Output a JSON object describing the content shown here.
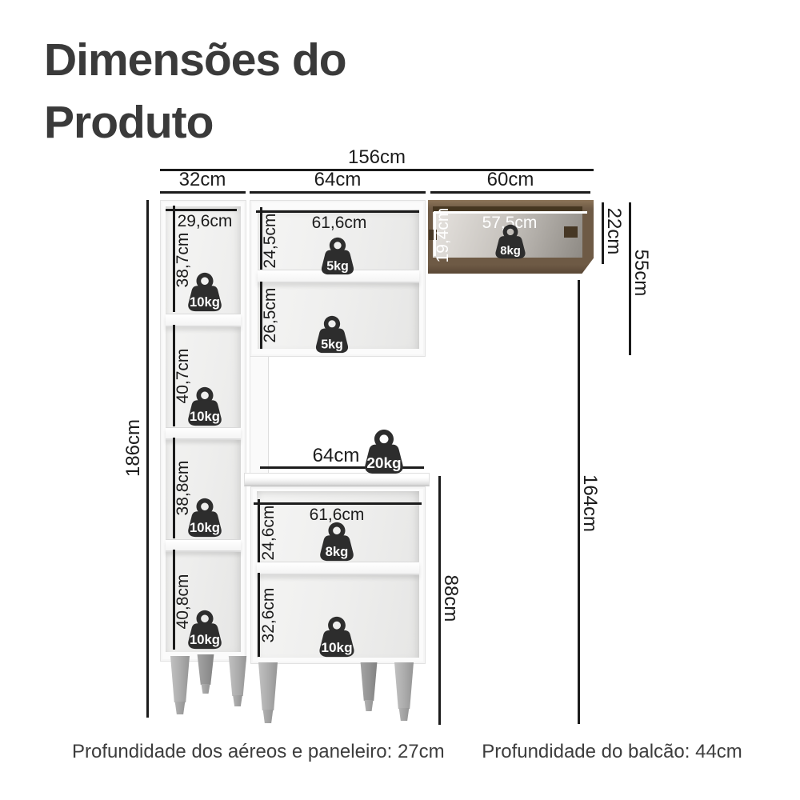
{
  "title": {
    "line1": "Dimensões do",
    "line2": "Produto"
  },
  "top_dims": {
    "total": "156cm",
    "left": "32cm",
    "middle": "64cm",
    "right": "60cm"
  },
  "side_dims": {
    "left_height": "186cm",
    "right_height": "164cm",
    "wood_cabinet_height": "22cm",
    "upper_stack_height": "55cm",
    "balcony_height": "88cm"
  },
  "left_cabinet": {
    "inner_width": "29,6cm",
    "sections": [
      {
        "height": "38,7cm",
        "capacity": "10kg"
      },
      {
        "height": "40,7cm",
        "capacity": "10kg"
      },
      {
        "height": "38,8cm",
        "capacity": "10kg"
      },
      {
        "height": "40,8cm",
        "capacity": "10kg"
      }
    ]
  },
  "upper_cabinet": {
    "inner_width": "61,6cm",
    "sections": [
      {
        "height": "24,5cm",
        "capacity": "5kg"
      },
      {
        "height": "26,5cm",
        "capacity": "5kg"
      }
    ]
  },
  "wood_cabinet": {
    "inner_width": "57,5cm",
    "inner_height": "19,4cm",
    "capacity": "8kg"
  },
  "balcony": {
    "width": "64cm",
    "top_capacity": "20kg",
    "inner_width": "61,6cm",
    "sections": [
      {
        "height": "24,6cm",
        "capacity": "8kg"
      },
      {
        "height": "32,6cm",
        "capacity": "10kg"
      }
    ]
  },
  "footer": {
    "aereos": "Profundidade dos aéreos e paneleiro: 27cm",
    "balcao": "Profundidade do balcão: 44cm"
  },
  "colors": {
    "ink": "#1c1c1c",
    "title": "#3a3a3a",
    "weight_icon": "#2d2d2d",
    "wood": "#6e5a45"
  }
}
